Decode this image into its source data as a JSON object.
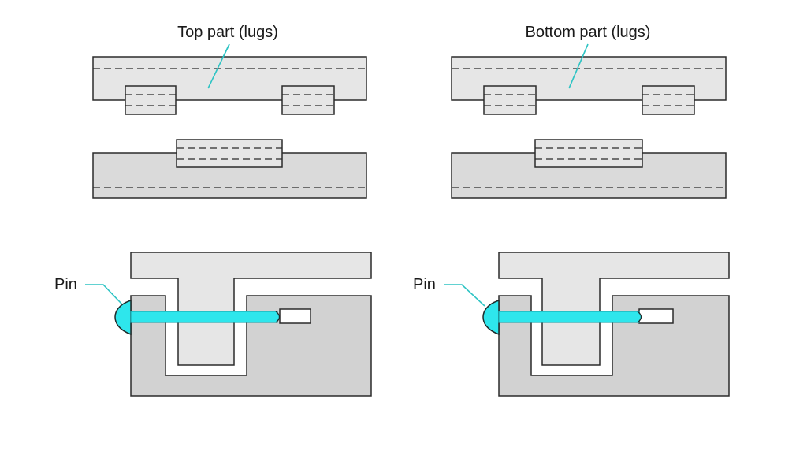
{
  "labels": {
    "left_title": "Top part (lugs)",
    "right_title": "Bottom part (lugs)",
    "left_pin": "Pin",
    "right_pin": "Pin"
  },
  "colors": {
    "pin_fill": "#2ee6ec",
    "pin_dark": "#1aa9b0",
    "leader": "#2ec4c4",
    "part_light": "#e6e6e6",
    "part_dark": "#d2d2d2"
  }
}
